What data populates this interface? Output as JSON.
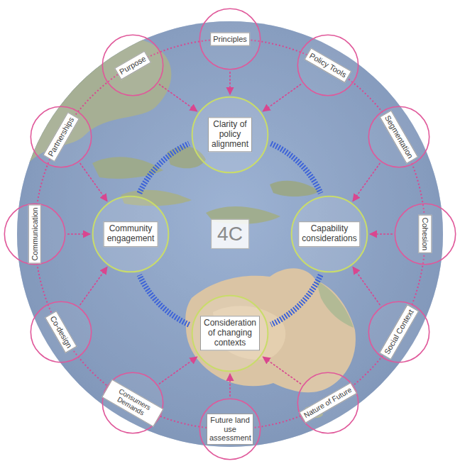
{
  "diagram": {
    "nodes": [
      {
        "text": [
          "Purpose"
        ]
      },
      {
        "text": [
          "Principles"
        ]
      },
      {
        "text": [
          "Policy Tools"
        ]
      },
      {
        "text": [
          "Segmentation"
        ]
      },
      {
        "text": [
          "Cohesion"
        ]
      },
      {
        "text": [
          "Social Context"
        ]
      },
      {
        "text": [
          "Nature of Future"
        ]
      },
      {
        "text": [
          "Future land use assessment"
        ]
      },
      {
        "text": [
          "Consumers Demands"
        ]
      },
      {
        "text": [
          "Co-design"
        ]
      },
      {
        "text": [
          "Communication"
        ]
      },
      {
        "text": [
          "Partnerships"
        ]
      },
      {
        "text": [
          "Clarity of policy alignment"
        ]
      },
      {
        "text": [
          "Community engagement"
        ]
      },
      {
        "text": [
          "4C"
        ]
      },
      {
        "text": [
          "Capability considerations"
        ]
      },
      {
        "text": [
          "Consideration of changing contexts"
        ]
      }
    ],
    "edges": [
      {
        "from": 0,
        "to": 12,
        "arrow": "to"
      },
      {
        "from": 1,
        "to": 12,
        "arrow": "to"
      },
      {
        "from": 2,
        "to": 12,
        "arrow": "to"
      },
      {
        "from": 3,
        "to": 15,
        "arrow": "to"
      },
      {
        "from": 4,
        "to": 15,
        "arrow": "to"
      },
      {
        "from": 5,
        "to": 15,
        "arrow": "to"
      },
      {
        "from": 6,
        "to": 16,
        "arrow": "to"
      },
      {
        "from": 7,
        "to": 16,
        "arrow": "to"
      },
      {
        "from": 8,
        "to": 16,
        "arrow": "to"
      },
      {
        "from": 9,
        "to": 13,
        "arrow": "to"
      },
      {
        "from": 10,
        "to": 13,
        "arrow": "to"
      },
      {
        "from": 11,
        "to": 13,
        "arrow": "to"
      },
      {
        "from": 12,
        "to": 15,
        "arrow": "none"
      },
      {
        "from": 15,
        "to": 16,
        "arrow": "none"
      },
      {
        "from": 16,
        "to": 13,
        "arrow": "none"
      },
      {
        "from": 13,
        "to": 12,
        "arrow": "none"
      }
    ]
  }
}
